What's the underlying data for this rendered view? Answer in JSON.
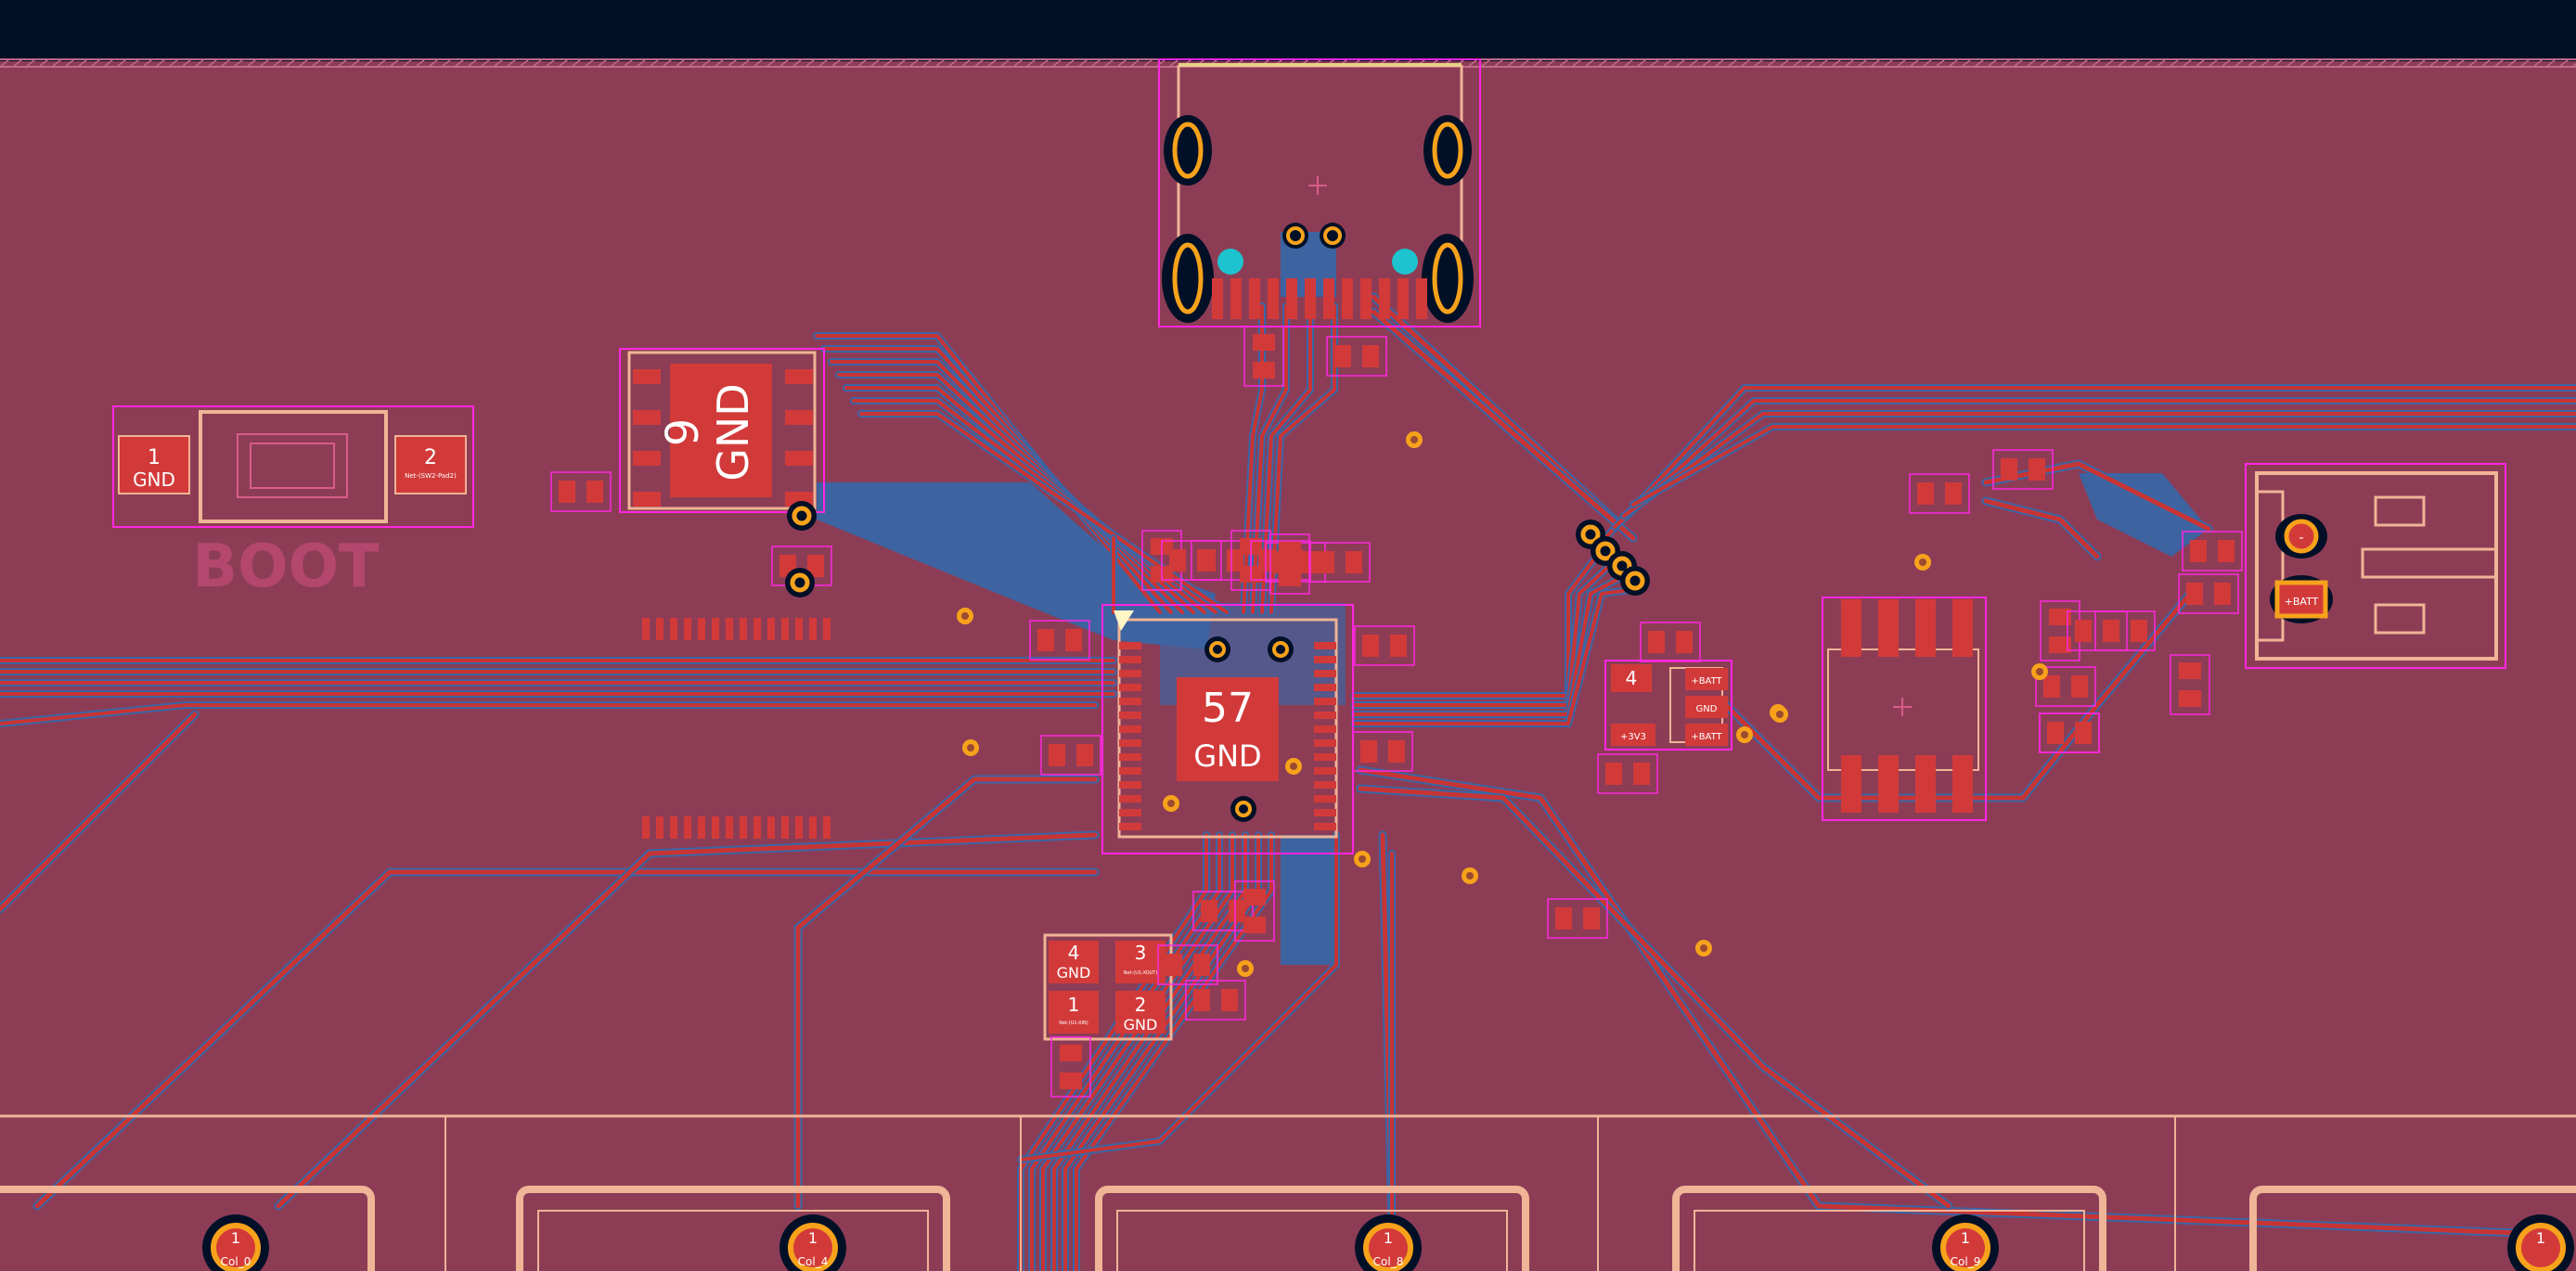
{
  "colors": {
    "background": "#021027",
    "board": "#8C3D55",
    "copper_front": "#C83434",
    "copper_back": "#3A66A6",
    "pad": "#D23A3A",
    "pad_text": "#FFFFFF",
    "silk": "#F0B496",
    "courtyard": "#FF26E2",
    "via_ring": "#F7A21B",
    "plated_hole": "#1DC3CF",
    "fab_text": "#D95C8A",
    "edge_cuts": "#E8D08A"
  },
  "labels": {
    "boot_switch_text": "BOOT",
    "boot_pad1_num": "1",
    "boot_pad1_net": "GND",
    "boot_pad2_num": "2",
    "boot_pad2_net": "Net-(SW2-Pad2)",
    "regulator_tab_num": "9",
    "regulator_tab_net": "GND",
    "mcu_ep_num": "57",
    "mcu_ep_net": "GND",
    "crystal_pad4_num": "4",
    "crystal_pad4_net": "GND",
    "crystal_pad3_num": "3",
    "crystal_pad3_net": "Net-(U1-XOUT)",
    "crystal_pad1_num": "1",
    "crystal_pad1_net": "Net-(U1-XIN)",
    "crystal_pad2_num": "2",
    "crystal_pad2_net": "GND",
    "charger_pad4_num": "4",
    "charger_pad_batt1": "+BATT",
    "charger_pad_gnd": "GND",
    "charger_pad_batt2": "+BATT",
    "charger_pad_3v3": "+3V3",
    "batt_connector_pin1": "+BATT",
    "batt_connector_pin2": "-",
    "switch_col_labels": [
      "Col_0",
      "Col_4",
      "Col_8",
      "Col_9"
    ],
    "switch_pad_num": "1"
  }
}
